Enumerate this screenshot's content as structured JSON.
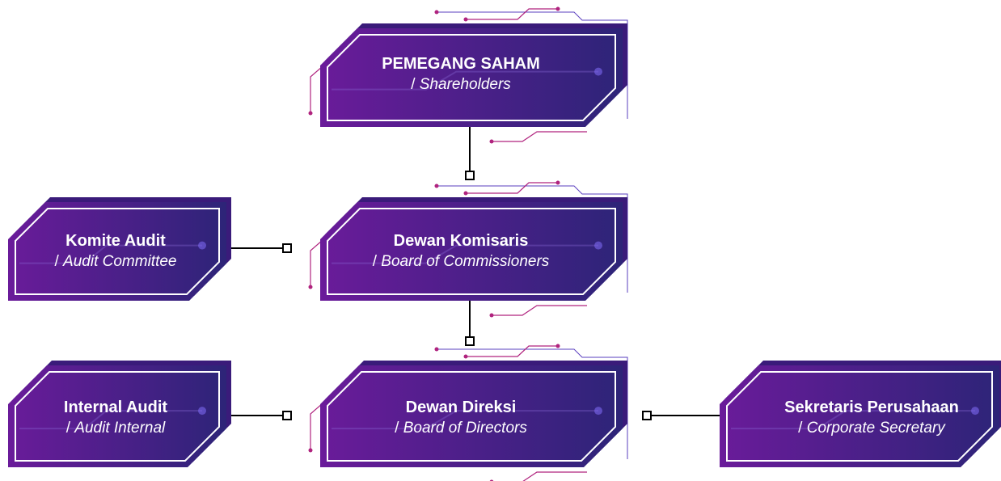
{
  "colors": {
    "box_fill_left": "#6a1b9a",
    "box_fill_right": "#2d2478",
    "box_shadow": "#3a1b7a",
    "box_border": "#ffffff",
    "circuit_magenta": "#b0237e",
    "circuit_violet": "#5a3fbf",
    "connector_line": "#000000"
  },
  "nodes": {
    "shareholders": {
      "title": "PEMEGANG SAHAM",
      "separator": "/",
      "subtitle": "Shareholders"
    },
    "commissioners": {
      "title": "Dewan Komisaris",
      "separator": "/",
      "subtitle": "Board of Commissioners"
    },
    "directors": {
      "title": "Dewan Direksi",
      "separator": "/",
      "subtitle": "Board of Directors"
    },
    "audit_committee": {
      "title": "Komite Audit",
      "separator": "/",
      "subtitle": "Audit Committee"
    },
    "internal_audit": {
      "title": "Internal Audit",
      "separator": "/",
      "subtitle": "Audit Internal"
    },
    "corporate_secretary": {
      "title": "Sekretaris Perusahaan",
      "separator": "/",
      "subtitle": "Corporate Secretary"
    }
  },
  "edges": [
    {
      "from": "shareholders",
      "to": "commissioners"
    },
    {
      "from": "commissioners",
      "to": "directors"
    },
    {
      "from": "audit_committee",
      "to": "commissioners"
    },
    {
      "from": "internal_audit",
      "to": "directors"
    },
    {
      "from": "corporate_secretary",
      "to": "directors"
    }
  ]
}
